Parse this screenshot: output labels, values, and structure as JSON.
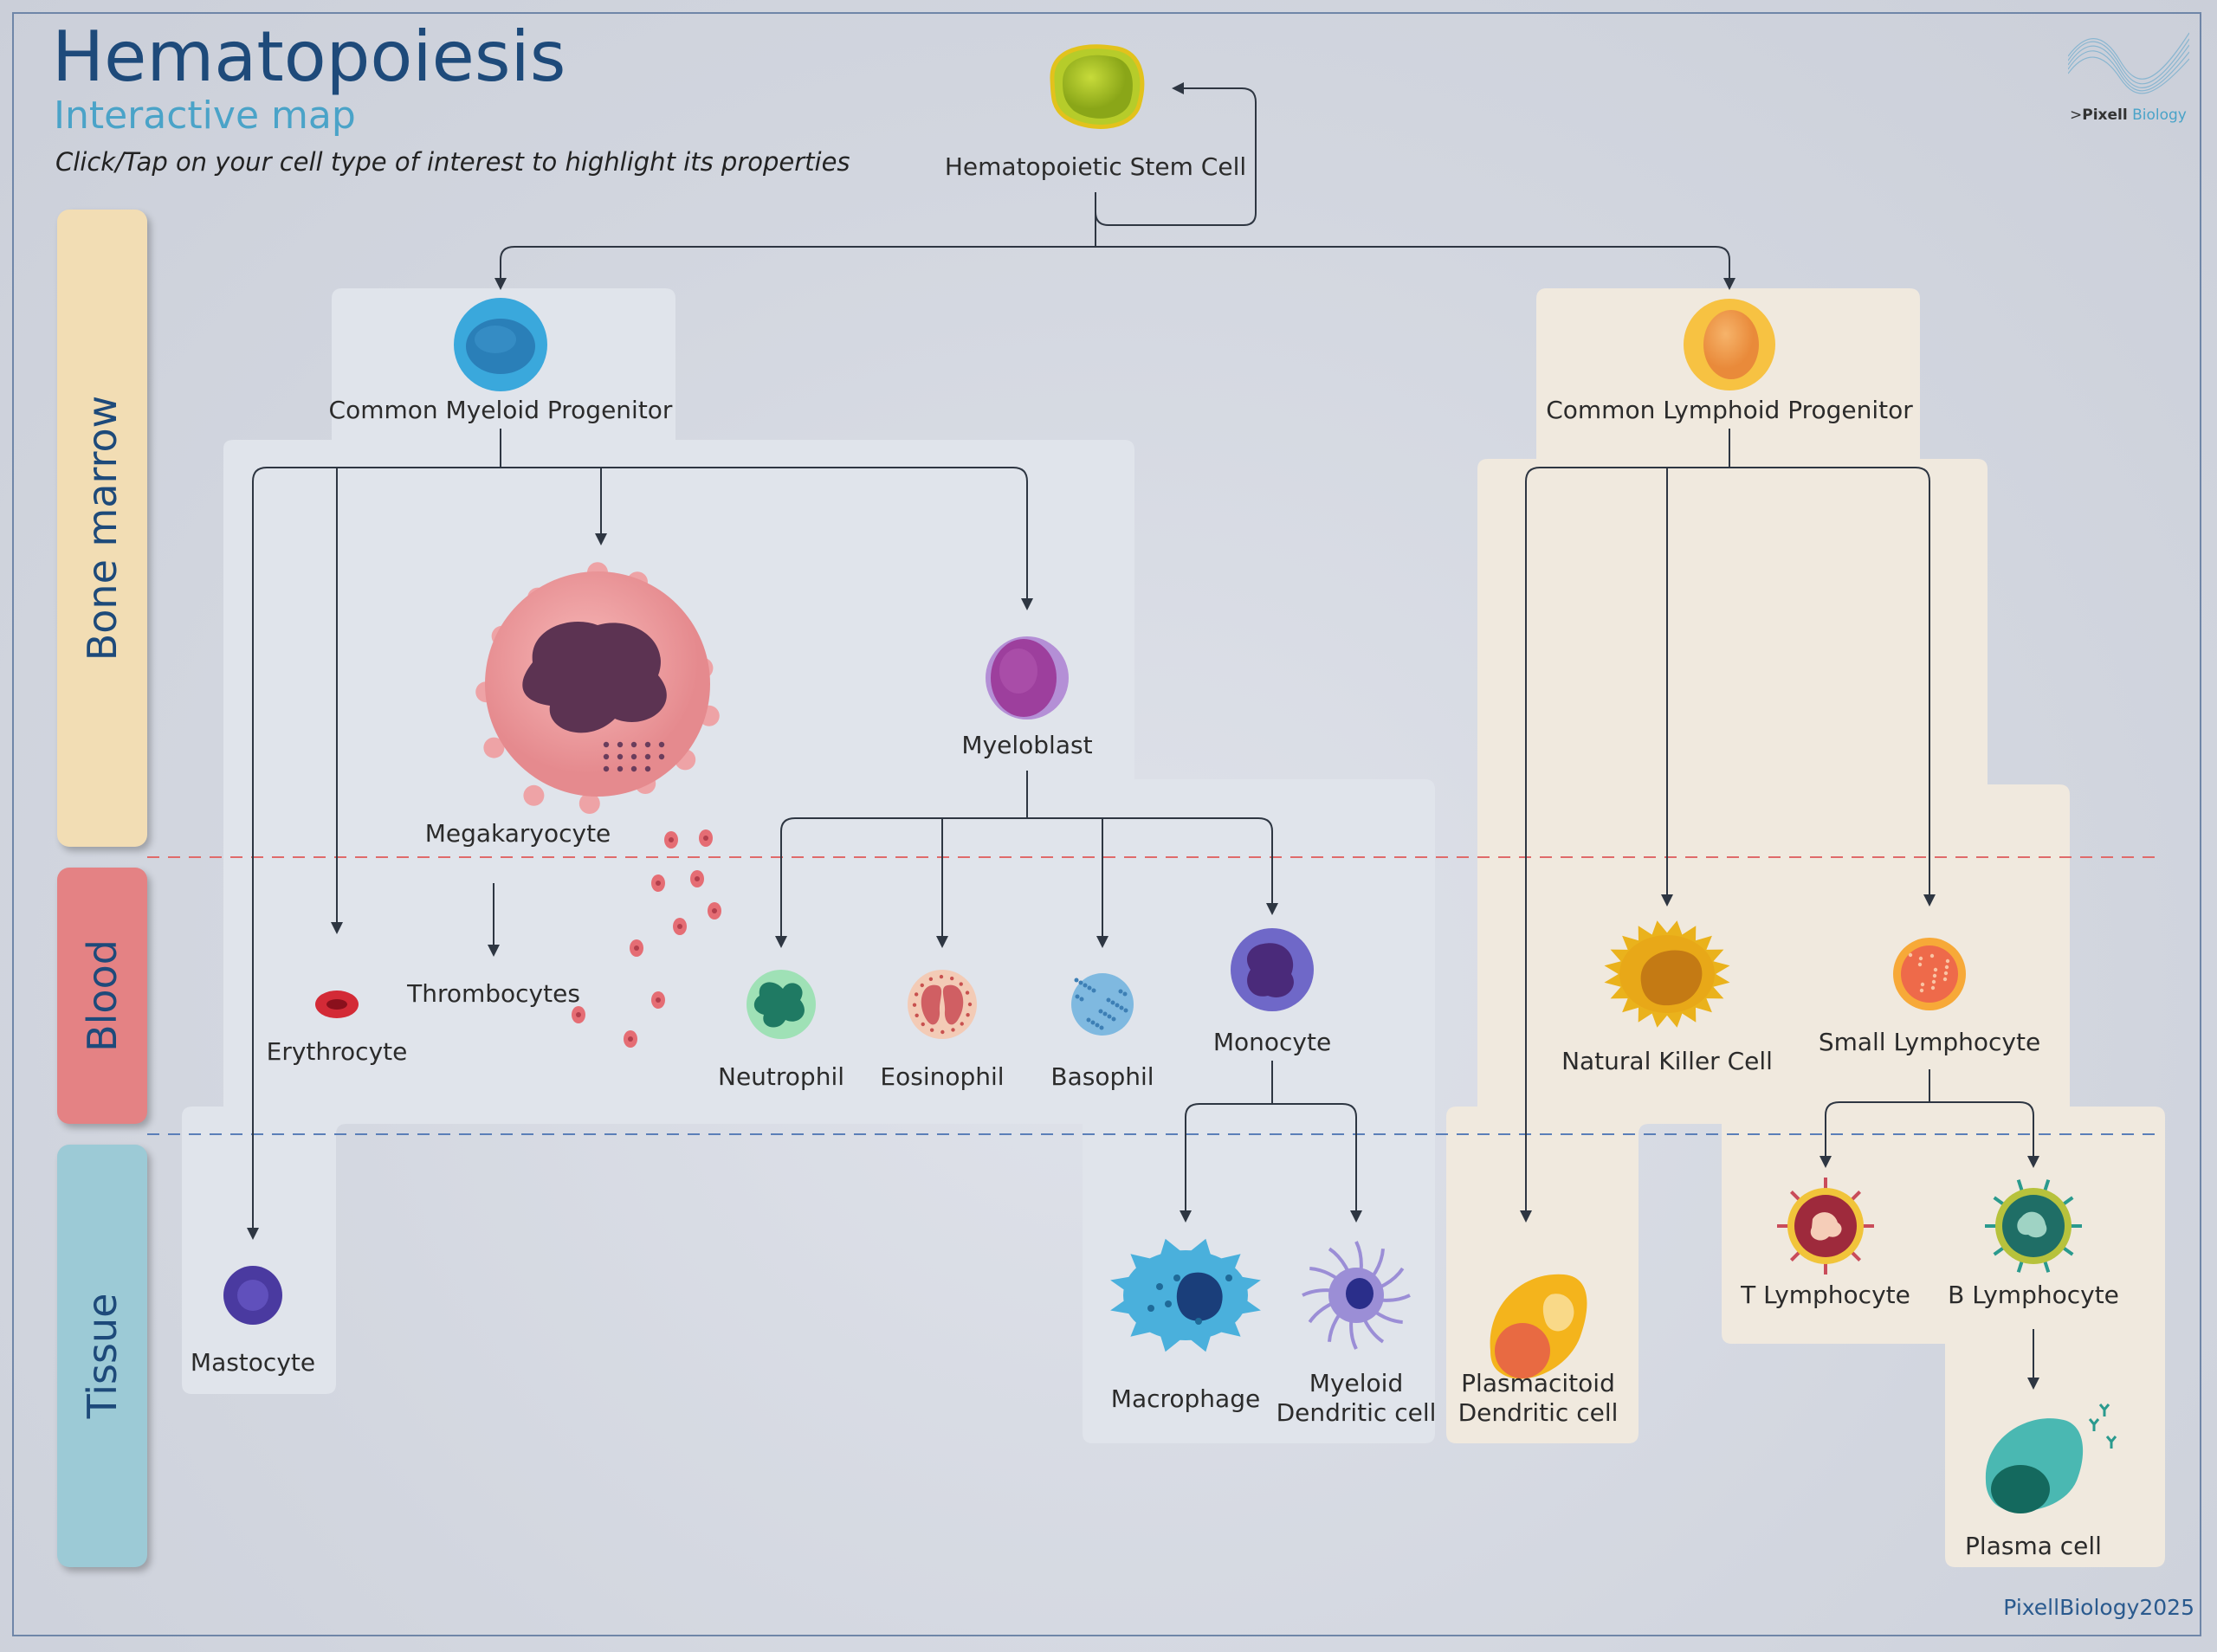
{
  "header": {
    "title": "Hematopoiesis",
    "subtitle": "Interactive map",
    "instruction": "Click/Tap on your cell type of interest to highlight its properties"
  },
  "zones": [
    {
      "id": "bone",
      "label": "Bone marrow",
      "color": "#f2ddb4"
    },
    {
      "id": "blood",
      "label": "Blood",
      "color": "#e48284"
    },
    {
      "id": "tissue",
      "label": "Tissue",
      "color": "#9ccad6"
    }
  ],
  "brand": {
    "prefix": ">",
    "name": "Pixell",
    "suffix": " Biology"
  },
  "footer": "PixellBiology2025",
  "cells": [
    {
      "id": "hsc",
      "label": [
        "Hematopoietic Stem Cell"
      ]
    },
    {
      "id": "cmp",
      "label": [
        "Common Myeloid Progenitor"
      ]
    },
    {
      "id": "clp",
      "label": [
        "Common Lymphoid Progenitor"
      ]
    },
    {
      "id": "megakaryocyte",
      "label": [
        "Megakaryocyte"
      ]
    },
    {
      "id": "myeloblast",
      "label": [
        "Myeloblast"
      ]
    },
    {
      "id": "erythrocyte",
      "label": [
        "Erythrocyte"
      ]
    },
    {
      "id": "thrombocytes",
      "label": [
        "Thrombocytes"
      ]
    },
    {
      "id": "neutrophil",
      "label": [
        "Neutrophil"
      ]
    },
    {
      "id": "eosinophil",
      "label": [
        "Eosinophil"
      ]
    },
    {
      "id": "basophil",
      "label": [
        "Basophil"
      ]
    },
    {
      "id": "monocyte",
      "label": [
        "Monocyte"
      ]
    },
    {
      "id": "nk",
      "label": [
        "Natural Killer Cell"
      ]
    },
    {
      "id": "small-lymph",
      "label": [
        "Small Lymphocyte"
      ]
    },
    {
      "id": "mastocyte",
      "label": [
        "Mastocyte"
      ]
    },
    {
      "id": "macrophage",
      "label": [
        "Macrophage"
      ]
    },
    {
      "id": "mdc",
      "label": [
        "Myeloid",
        "Dendritic cell"
      ]
    },
    {
      "id": "pdc",
      "label": [
        "Plasmacitoid",
        "Dendritic cell"
      ]
    },
    {
      "id": "t-lymph",
      "label": [
        "T Lymphocyte"
      ]
    },
    {
      "id": "b-lymph",
      "label": [
        "B Lymphocyte"
      ]
    },
    {
      "id": "plasma",
      "label": [
        "Plasma cell"
      ]
    }
  ],
  "edges": [
    {
      "from": "hsc",
      "to": "hsc"
    },
    {
      "from": "hsc",
      "to": "cmp"
    },
    {
      "from": "hsc",
      "to": "clp"
    },
    {
      "from": "cmp",
      "to": "mastocyte"
    },
    {
      "from": "cmp",
      "to": "erythrocyte"
    },
    {
      "from": "cmp",
      "to": "megakaryocyte"
    },
    {
      "from": "cmp",
      "to": "myeloblast"
    },
    {
      "from": "megakaryocyte",
      "to": "thrombocytes"
    },
    {
      "from": "myeloblast",
      "to": "neutrophil"
    },
    {
      "from": "myeloblast",
      "to": "eosinophil"
    },
    {
      "from": "myeloblast",
      "to": "basophil"
    },
    {
      "from": "myeloblast",
      "to": "monocyte"
    },
    {
      "from": "monocyte",
      "to": "macrophage"
    },
    {
      "from": "monocyte",
      "to": "mdc"
    },
    {
      "from": "clp",
      "to": "pdc"
    },
    {
      "from": "clp",
      "to": "nk"
    },
    {
      "from": "clp",
      "to": "small-lymph"
    },
    {
      "from": "small-lymph",
      "to": "t-lymph"
    },
    {
      "from": "small-lymph",
      "to": "b-lymph"
    },
    {
      "from": "b-lymph",
      "to": "plasma"
    }
  ],
  "colors": {
    "text": "#2b2b2b",
    "title": "#1e4a7a",
    "accent": "#4aa3c8",
    "myeloid_panel": "#e0e4eb",
    "lymphoid_panel": "#f0e9de",
    "edge": "#2e3642",
    "boundary_blood": "#e06a6a",
    "boundary_tissue": "#5b7fb8"
  }
}
